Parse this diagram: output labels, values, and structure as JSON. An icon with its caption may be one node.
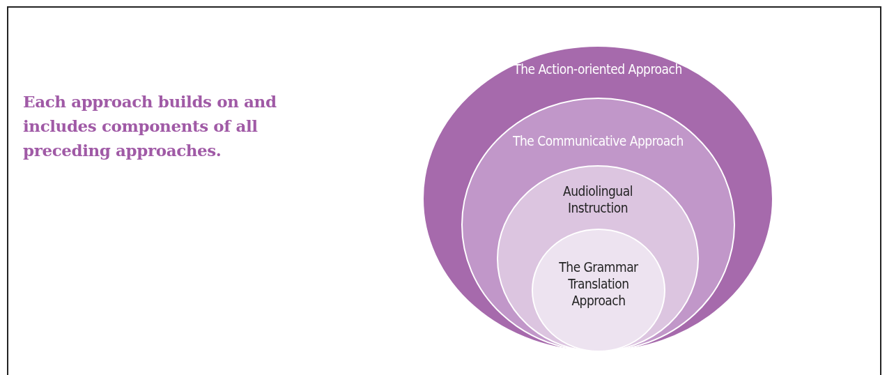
{
  "diagram": {
    "nodes": [
      {
        "text": [
          "The Action-oriented Approach"
        ]
      },
      {
        "text": [
          "The Communicative Approach"
        ],
        "in": 0
      },
      {
        "text": [
          "Audiolingual Instruction"
        ],
        "in": 1
      },
      {
        "text": [
          "The Grammar Translation Approach"
        ],
        "in": 2
      }
    ],
    "labels": [
      "Each approach builds on and includes components of all preceding approaches."
    ]
  }
}
